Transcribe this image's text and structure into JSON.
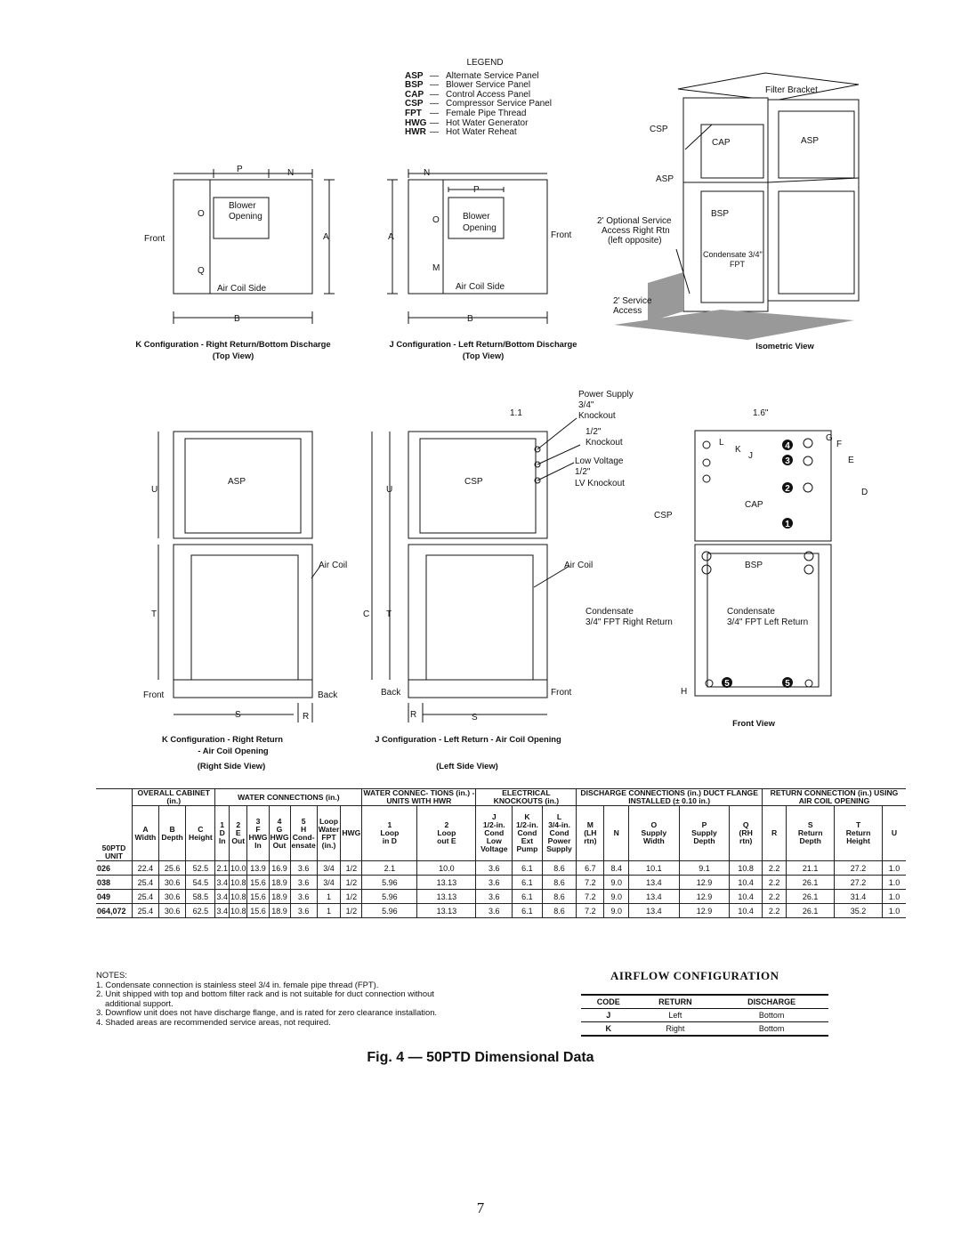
{
  "legend": {
    "title": "LEGEND",
    "items": [
      {
        "code": "ASP",
        "desc": "Alternate Service Panel"
      },
      {
        "code": "BSP",
        "desc": "Blower Service Panel"
      },
      {
        "code": "CAP",
        "desc": "Control Access Panel"
      },
      {
        "code": "CSP",
        "desc": "Compressor Service Panel"
      },
      {
        "code": "FPT",
        "desc": "Female Pipe Thread"
      },
      {
        "code": "HWG",
        "desc": "Hot Water Generator"
      },
      {
        "code": "HWR",
        "desc": "Hot Water Reheat"
      }
    ]
  },
  "topviews": {
    "k_caption1": "K Configuration - Right Return/Bottom Discharge",
    "k_caption2": "(Top View)",
    "j_caption1": "J Configuration - Left Return/Bottom Discharge",
    "j_caption2": "(Top View)",
    "blower": "Blower",
    "opening": "Opening",
    "front": "Front",
    "air_coil_side": "Air Coil Side"
  },
  "isometric": {
    "caption": "Isometric View",
    "filter_bracket": "Filter Bracket",
    "csp": "CSP",
    "cap": "CAP",
    "asp": "ASP",
    "asp2": "ASP",
    "bsp": "BSP",
    "opt1": "2' Optional Service",
    "opt2": "Access Right Rtn",
    "opt3": "(left opposite)",
    "cond1": "Condensate 3/4\"",
    "cond2": "FPT",
    "svc1": "2' Service",
    "svc2": "Access"
  },
  "sideviews": {
    "asp": "ASP",
    "csp": "CSP",
    "air_coil": "Air Coil",
    "front": "Front",
    "back": "Back",
    "k_caption1": "K Configuration - Right Return",
    "k_caption2": "- Air Coil Opening",
    "k_caption3": "(Right Side View)",
    "j_caption1": "J Configuration - Left Return - Air Coil Opening",
    "j_caption2": "(Left Side View)"
  },
  "frontview": {
    "power1": "Power Supply",
    "power2": "3/4\"",
    "power3": "Knockout",
    "half1": "1/2\"",
    "half2": "Knockout",
    "lv1": "Low Voltage",
    "lv2": "1/2\"",
    "lv3": "LV Knockout",
    "dim11": "1.1",
    "dim16": "1.6\"",
    "csp": "CSP",
    "cap": "CAP",
    "bsp": "BSP",
    "air_coil": "Air Coil",
    "condr1": "Condensate",
    "condr2": "3/4\"  FPT Right Return",
    "condl1": "Condensate",
    "condl2": "3/4\"  FPT Left Return",
    "front": "Front",
    "caption": "Front View"
  },
  "table": {
    "group_headers": [
      "OVERALL CABINET (in.)",
      "WATER CONNECTIONS (in.)",
      "WATER CONNEC- TIONS (in.) - UNITS WITH HWR",
      "ELECTRICAL KNOCKOUTS (in.)",
      "DISCHARGE CONNECTIONS (in.) DUCT FLANGE INSTALLED (± 0.10 in.)",
      "RETURN CONNECTION (in.) USING AIR COIL OPENING"
    ],
    "unit_label": "50PTD UNIT",
    "rows": [
      {
        "unit": "026",
        "v": [
          "22.4",
          "25.6",
          "52.5",
          "2.1",
          "10.0",
          "13.9",
          "16.9",
          "3.6",
          "3/4",
          "1/2",
          "2.1",
          "10.0",
          "3.6",
          "6.1",
          "8.6",
          "6.7",
          "8.4",
          "10.1",
          "9.1",
          "10.8",
          "2.2",
          "21.1",
          "27.2",
          "1.0"
        ]
      },
      {
        "unit": "038",
        "v": [
          "25.4",
          "30.6",
          "54.5",
          "3.4",
          "10.8",
          "15.6",
          "18.9",
          "3.6",
          "3/4",
          "1/2",
          "5.96",
          "13.13",
          "3.6",
          "6.1",
          "8.6",
          "7.2",
          "9.0",
          "13.4",
          "12.9",
          "10.4",
          "2.2",
          "26.1",
          "27.2",
          "1.0"
        ]
      },
      {
        "unit": "049",
        "v": [
          "25.4",
          "30.6",
          "58.5",
          "3.4",
          "10.8",
          "15.6",
          "18.9",
          "3.6",
          "1",
          "1/2",
          "5.96",
          "13.13",
          "3.6",
          "6.1",
          "8.6",
          "7.2",
          "9.0",
          "13.4",
          "12.9",
          "10.4",
          "2.2",
          "26.1",
          "31.4",
          "1.0"
        ]
      },
      {
        "unit": "064,072",
        "v": [
          "25.4",
          "30.6",
          "62.5",
          "3.4",
          "10.8",
          "15.6",
          "18.9",
          "3.6",
          "1",
          "1/2",
          "5.96",
          "13.13",
          "3.6",
          "6.1",
          "8.6",
          "7.2",
          "9.0",
          "13.4",
          "12.9",
          "10.4",
          "2.2",
          "26.1",
          "35.2",
          "1.0"
        ]
      }
    ]
  },
  "notes": {
    "title": "NOTES:",
    "n1": "1. Condensate connection is stainless steel 3/4 in. female pipe thread (FPT).",
    "n2a": "2. Unit shipped with top and bottom filter rack and is not suitable for duct connection without",
    "n2b": "    additional support.",
    "n3": "3. Downflow unit does not have discharge flange, and is rated for zero clearance installation.",
    "n4": "4. Shaded areas are recommended service areas, not required."
  },
  "airflow": {
    "title": "AIRFLOW CONFIGURATION",
    "headers": [
      "CODE",
      "RETURN",
      "DISCHARGE"
    ],
    "rows": [
      [
        "J",
        "Left",
        "Bottom"
      ],
      [
        "K",
        "Right",
        "Bottom"
      ]
    ]
  },
  "figure_caption": "Fig. 4 — 50PTD Dimensional Data",
  "page_number": "7"
}
